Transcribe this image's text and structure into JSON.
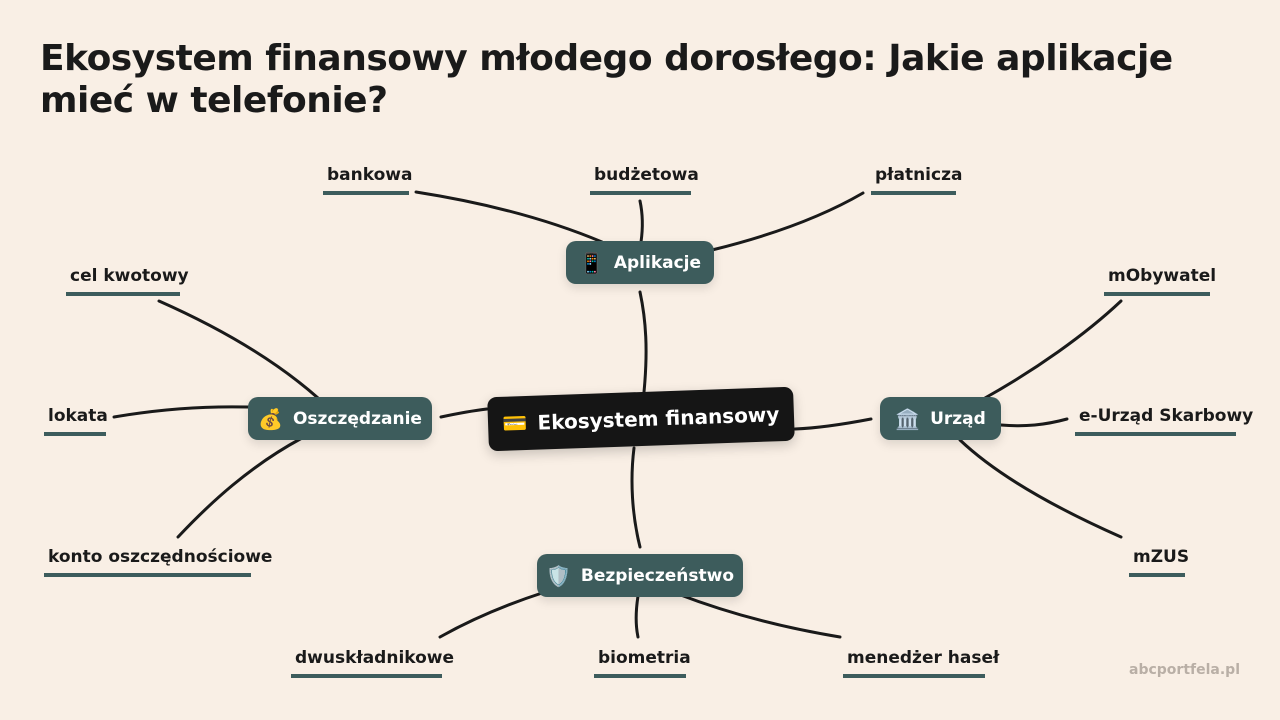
{
  "title": "Ekosystem finansowy młodego dorosłego: Jakie aplikacje mieć w telefonie?",
  "center": {
    "label": "Ekosystem finansowy",
    "icon": "💳",
    "icon_name": "credit-card-icon"
  },
  "branches": {
    "aplikacje": {
      "label": "Aplikacje",
      "icon": "📱",
      "icon_name": "mobile-phone-icon",
      "leaves": [
        "bankowa",
        "budżetowa",
        "płatnicza"
      ]
    },
    "oszczedzanie": {
      "label": "Oszczędzanie",
      "icon": "💰",
      "icon_name": "money-bag-icon",
      "leaves": [
        "cel kwotowy",
        "lokata",
        "konto oszczędnościowe"
      ]
    },
    "urzad": {
      "label": "Urząd",
      "icon": "🏛️",
      "icon_name": "government-building-icon",
      "leaves": [
        "mObywatel",
        "e-Urząd Skarbowy",
        "mZUS"
      ]
    },
    "bezpieczenstwo": {
      "label": "Bezpieczeństwo",
      "icon": "🛡️",
      "icon_name": "shield-icon",
      "leaves": [
        "dwuskładnikowe",
        "biometria",
        "menedżer haseł"
      ]
    }
  },
  "colors": {
    "background": "#f9efe5",
    "node": "#3d5c5c",
    "center": "#151515",
    "line": "#1a1a1a"
  },
  "watermark": "abcportfela.pl"
}
